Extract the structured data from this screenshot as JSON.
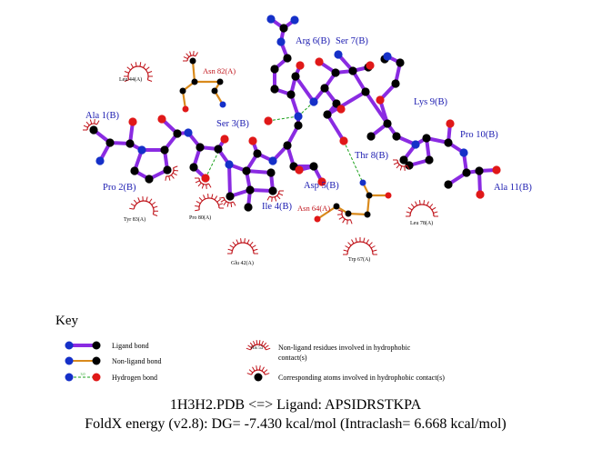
{
  "residue_labels": {
    "ala1": "Ala 1(B)",
    "pro2": "Pro 2(B)",
    "ser3": "Ser 3(B)",
    "ile4": "Ile 4(B)",
    "asp5": "Asp 5(B)",
    "arg6": "Arg 6(B)",
    "ser7": "Ser 7(B)",
    "thr8": "Thr 8(B)",
    "lys9": "Lys 9(B)",
    "pro10": "Pro 10(B)",
    "ala11": "Ala 11(B)",
    "asn82": "Asn 82(A)",
    "asn64": "Asn 64(A)"
  },
  "hydrophobic_labels": {
    "leu44": "Leu 44(A)",
    "tyr83": "Tyr 83(A)",
    "pro80": "Pro 80(A)",
    "glu42": "Glu 42(A)",
    "trp67": "Trp 67(A)",
    "leu78": "Leu 78(A)"
  },
  "key": {
    "title": "Key",
    "ligand_bond": "Ligand bond",
    "nonligand_bond": "Non-ligand bond",
    "hydrogen_bond": "Hydrogen bond",
    "hbond_length": "3.0",
    "his_example": "His 53",
    "nonligand_residues_line1": "Non-ligand residues involved in hydrophobic",
    "nonligand_residues_line2": "contact(s)",
    "corresponding_atoms": "Corresponding atoms involved in hydrophobic contact(s)"
  },
  "caption": {
    "line1": "1H3H2.PDB <=> Ligand: APSIDRSTKPA",
    "line2": "FoldX energy (v2.8): DG= -7.430 kcal/mol (Intraclash= 6.668 kcal/mol)"
  },
  "colors": {
    "ligand_bond": "#8a2be2",
    "nonligand_bond": "#d98a1c",
    "hbond": "#1aa01a",
    "carbon": "#000000",
    "nitrogen": "#1530c8",
    "oxygen": "#e01818",
    "hydrophobic_arc": "#c0141b"
  }
}
